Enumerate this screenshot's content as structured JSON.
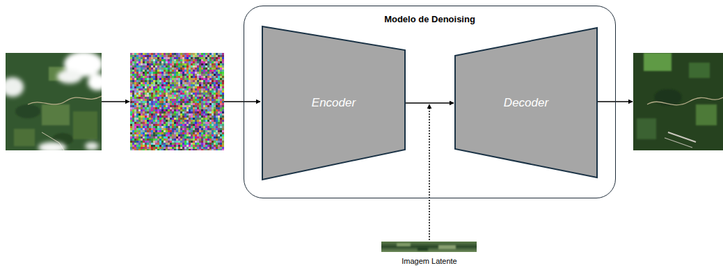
{
  "diagram": {
    "nodes": [
      {
        "text": [
          "Modelo de Denoising"
        ]
      },
      {
        "text": [
          "Encoder"
        ],
        "in": 0
      },
      {
        "text": [
          "Decoder"
        ],
        "in": 0
      }
    ],
    "edges": [
      {
        "from": 1,
        "to": 2,
        "arrow": "to"
      }
    ],
    "labels": [
      "Imagem Latente"
    ]
  }
}
